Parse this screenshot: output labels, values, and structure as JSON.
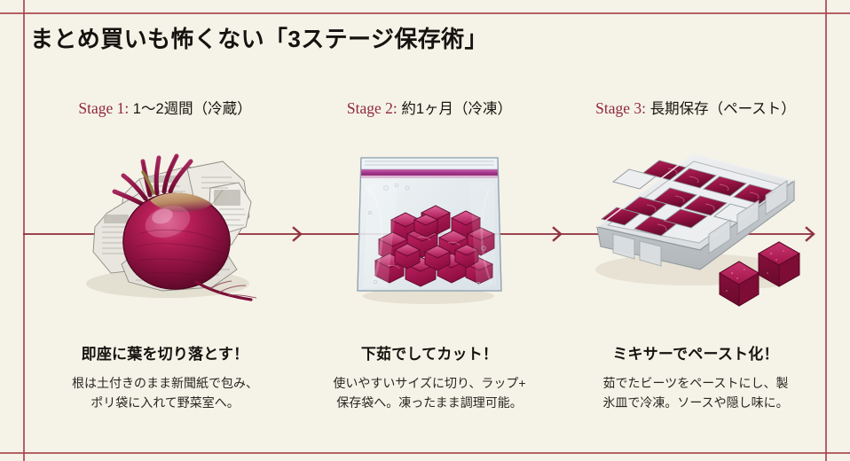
{
  "page": {
    "headline": "まとめ買いも怖くない「3ステージ保存術」",
    "background_color": "#f5f2e7",
    "accent_color": "#8f2740",
    "rule_color": "#a8474f",
    "flow_line_color": "#91323e"
  },
  "flow": {
    "arrow_icon": "chevron-right-arrow",
    "arrow_count": 3
  },
  "stages": [
    {
      "id": "stage-1",
      "key": "Stage 1:",
      "duration": " 1〜2週間（冷蔵）",
      "illustration": "beet-wrapped-in-newspaper",
      "caption_heading": "即座に葉を切り落とす！",
      "caption_lines": [
        "根は土付きのまま新聞紙で包み、",
        "ポリ袋に入れて野菜室へ。"
      ]
    },
    {
      "id": "stage-2",
      "key": "Stage 2:",
      "duration": " 約1ヶ月（冷凍）",
      "illustration": "zip-bag-with-diced-beets",
      "caption_heading": "下茹でしてカット！",
      "caption_lines": [
        "使いやすいサイズに切り、ラップ+",
        "保存袋へ。凍ったまま調理可能。"
      ]
    },
    {
      "id": "stage-3",
      "key": "Stage 3:",
      "duration": " 長期保存（ペースト）",
      "illustration": "ice-cube-tray-with-beet-paste",
      "caption_heading": "ミキサーでペースト化！",
      "caption_lines": [
        "茹でたビーツをペーストにし、製",
        "氷皿で冷凍。ソースや隠し味に。"
      ]
    }
  ],
  "palette": {
    "beet_dark": "#6e0d33",
    "beet_mid": "#9b1446",
    "beet_bright": "#c01d55",
    "beet_top_tan": "#c9a777",
    "newspaper": "#e9e7e0",
    "newsprint_line": "#9a978f",
    "bag_plastic": "#e6ecf0",
    "bag_zipper": "#b5458f",
    "tray_plastic": "#e3e5e6",
    "tray_shadow": "#b9bcbd"
  }
}
